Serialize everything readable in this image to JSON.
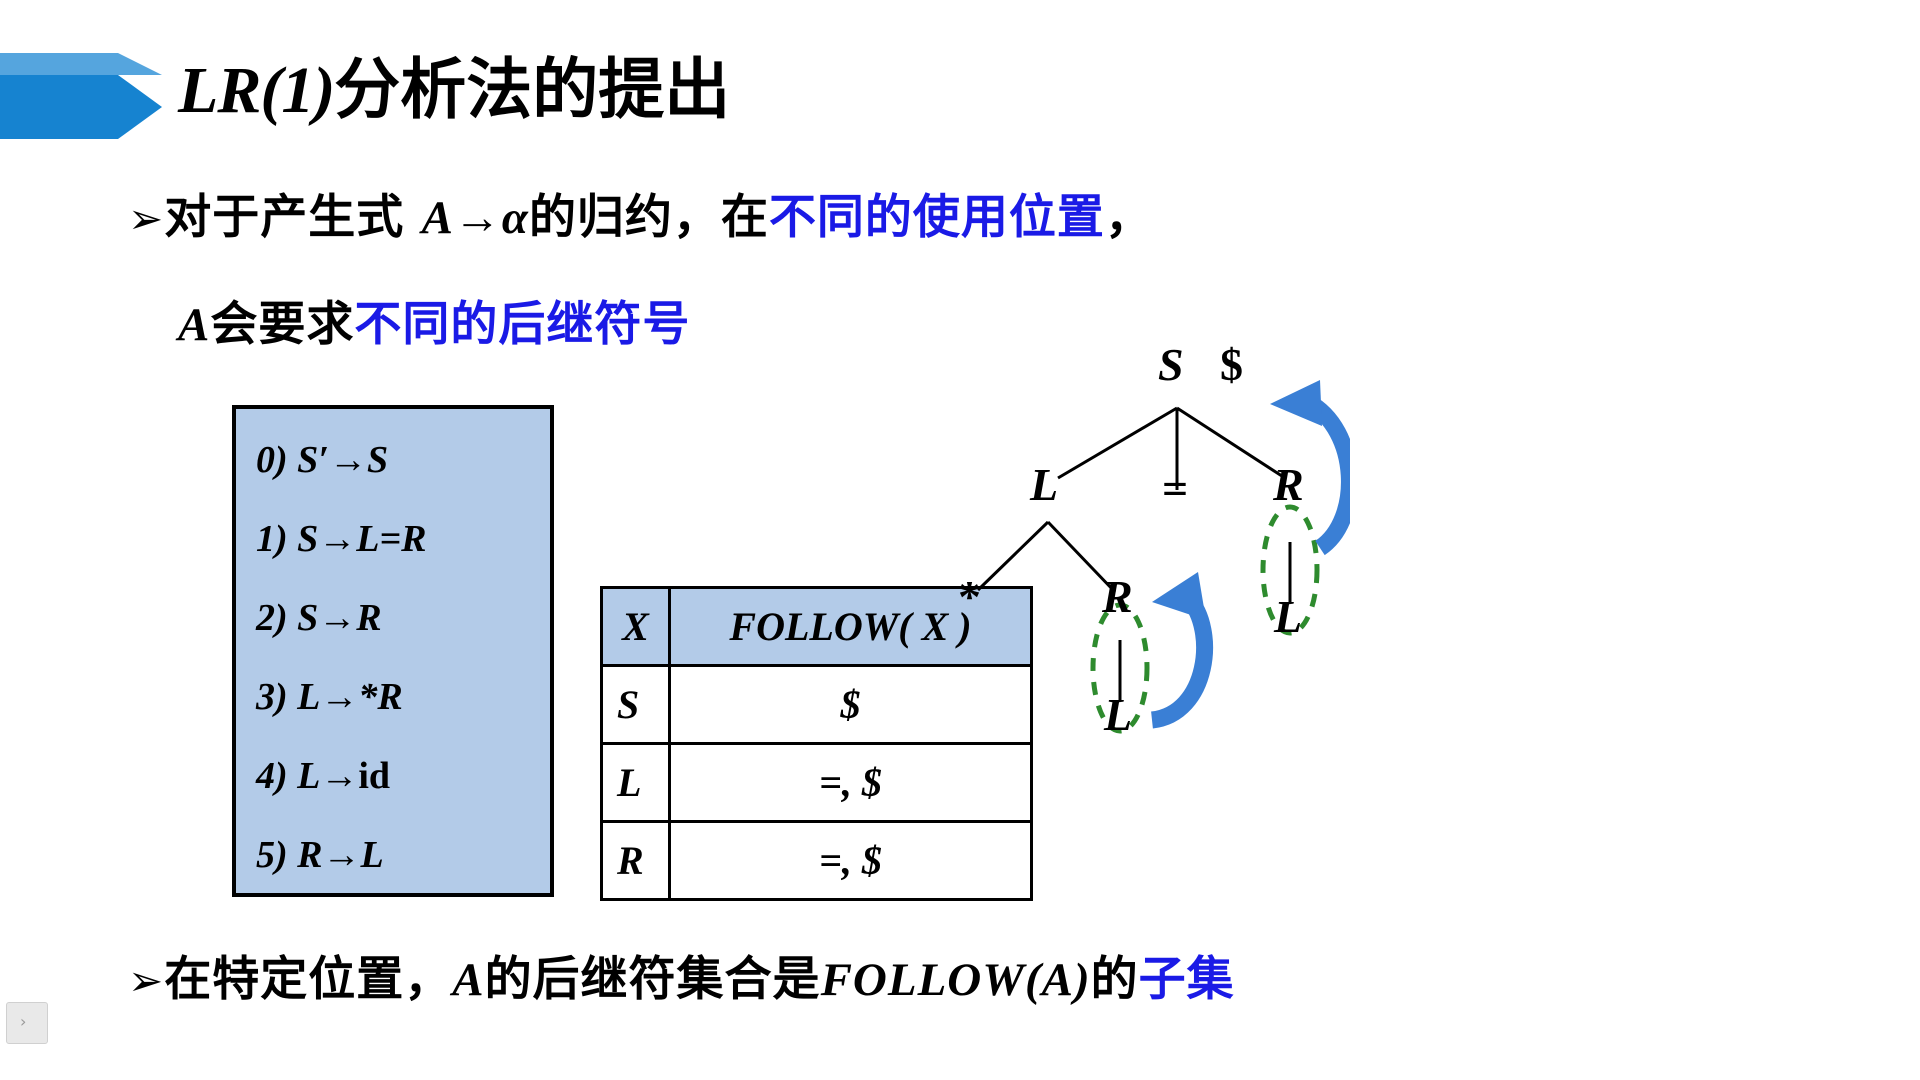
{
  "slide": {
    "title_latin": "LR(1)",
    "title_cjk": "分析法的提出",
    "accent_color": "#1683d0",
    "accent_color_light": "#55a5de",
    "box_fill": "#b3cbe8",
    "highlight_color": "#1a1ae6",
    "ellipse_color": "#2e8b2e",
    "arrow_color": "#3a7fd5"
  },
  "bullets": {
    "marker": "➢",
    "line1_a": "对于产生式 ",
    "line1_prod": "A→α",
    "line1_b": "的归约，在",
    "line1_hl": "不同的使用位置",
    "line1_c": "，",
    "line2_a": "A",
    "line2_b": "会要求",
    "line2_hl": "不同的后继符号",
    "line3_a": "在特定位置，",
    "line3_A": "A",
    "line3_b": "的后继符集合是",
    "line3_follow": "FOLLOW(A)",
    "line3_c": "的",
    "line3_hl": "子集"
  },
  "grammar": {
    "rules": [
      {
        "num": "0)",
        "lhs": "S′",
        "arrow": "→",
        "rhs": "S"
      },
      {
        "num": "1)",
        "lhs": "S",
        "arrow": "→",
        "rhs": "L=R"
      },
      {
        "num": "2)",
        "lhs": "S",
        "arrow": "→",
        "rhs": "R"
      },
      {
        "num": "3)",
        "lhs": "L",
        "arrow": "→",
        "rhs": "*R"
      },
      {
        "num": "4)",
        "lhs": "L",
        "arrow": "→",
        "rhs": "id"
      },
      {
        "num": "5)",
        "lhs": "R",
        "arrow": "→",
        "rhs": "L"
      }
    ]
  },
  "follow_table": {
    "headers": [
      "X",
      "FOLLOW( X )"
    ],
    "rows": [
      {
        "symbol": "S",
        "follow": "$"
      },
      {
        "symbol": "L",
        "follow": "=, $"
      },
      {
        "symbol": "R",
        "follow": "=, $"
      }
    ]
  },
  "tree": {
    "nodes": {
      "root": "S",
      "root_dollar": "$",
      "left": "L",
      "mid": "=",
      "right": "R",
      "left_star": "*",
      "left_R": "R",
      "left_L": "L",
      "right_L": "L"
    }
  },
  "nav": {
    "chevron": "›"
  }
}
